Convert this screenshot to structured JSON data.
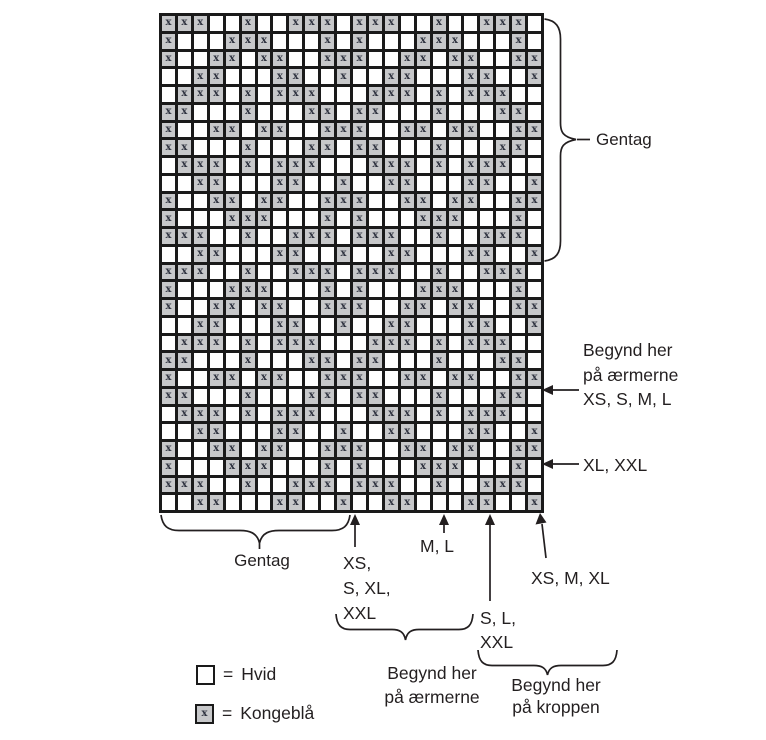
{
  "chart_data": {
    "type": "heatmap",
    "description": "Two-colour knitting chart; X = contrast colour stitch",
    "columns": 24,
    "rows": 28,
    "column_repeat": 12,
    "row_repeat": 14,
    "cell_glyph": "x",
    "grid": [
      "XXX..X..XXX.XXX..X..XXX.",
      "X...XXX...X.X...XXX...X.",
      "X..XX.XX..XXX..XX.XX..XX",
      "..XX...XX..X..XX...XX..X",
      ".XXX.X.XXX...XXX.X.XXX..",
      "XX...X...XX.XX...X...XX.",
      "X..XX.XX..XXX..XX.XX..XX",
      "XX...X...XX.XX...X...XX.",
      ".XXX.X.XXX...XXX.X.XXX..",
      "..XX...XX..X..XX...XX..X",
      "X..XX.XX..XXX..XX.XX..XX",
      "X...XXX...X.X...XXX...X.",
      "XXX..X..XXX.XXX..X..XXX.",
      "..XX...XX..X..XX...XX..X",
      "XXX..X..XXX.XXX..X..XXX.",
      "X...XXX...X.X...XXX...X.",
      "X..XX.XX..XXX..XX.XX..XX",
      "..XX...XX..X..XX...XX..X",
      ".XXX.X.XXX...XXX.X.XXX..",
      "XX...X...XX.XX...X...XX.",
      "X..XX.XX..XXX..XX.XX..XX",
      "XX...X...XX.XX...X...XX.",
      ".XXX.X.XXX...XXX.X.XXX..",
      "..XX...XX..X..XX...XX..X",
      "X..XX.XX..XXX..XX.XX..XX",
      "X...XXX...X.X...XXX...X.",
      "XXX..X..XXX.XXX..X..XXX.",
      "..XX...XX..X..XX...XX..X"
    ]
  },
  "annotations": {
    "repeat_right": "Gentag",
    "repeat_bottom": "Gentag",
    "sleeves_right": {
      "lines": [
        "Begynd her",
        "på ærmerne",
        "XS, S, M, L"
      ]
    },
    "xl_xxl": "XL, XXL",
    "marker_xs_s_xl_xxl": {
      "lines": [
        "XS,",
        "S, XL,",
        "XXL"
      ]
    },
    "marker_m_l": "M, L",
    "marker_s_l_xxl": {
      "lines": [
        "S, L,",
        "XXL"
      ]
    },
    "marker_xs_m_xl": "XS, M, XL",
    "sleeves_bottom": {
      "lines": [
        "Begynd her",
        "på ærmerne"
      ]
    },
    "body_bottom": {
      "lines": [
        "Begynd her",
        "på kroppen"
      ]
    }
  },
  "legend": {
    "equals": "=",
    "items": [
      {
        "swatch": "white-square",
        "glyph": "",
        "label": "Hvid"
      },
      {
        "swatch": "gray-x-square",
        "glyph": "x",
        "label": "Kongeblå"
      }
    ]
  },
  "colors": {
    "background": "#ffffff",
    "grid_line": "#1a1a1a",
    "contrast_cell_fill": "#c7c8ca",
    "cell_glyph": "#2f3340",
    "text_and_strokes": "#231f20"
  }
}
